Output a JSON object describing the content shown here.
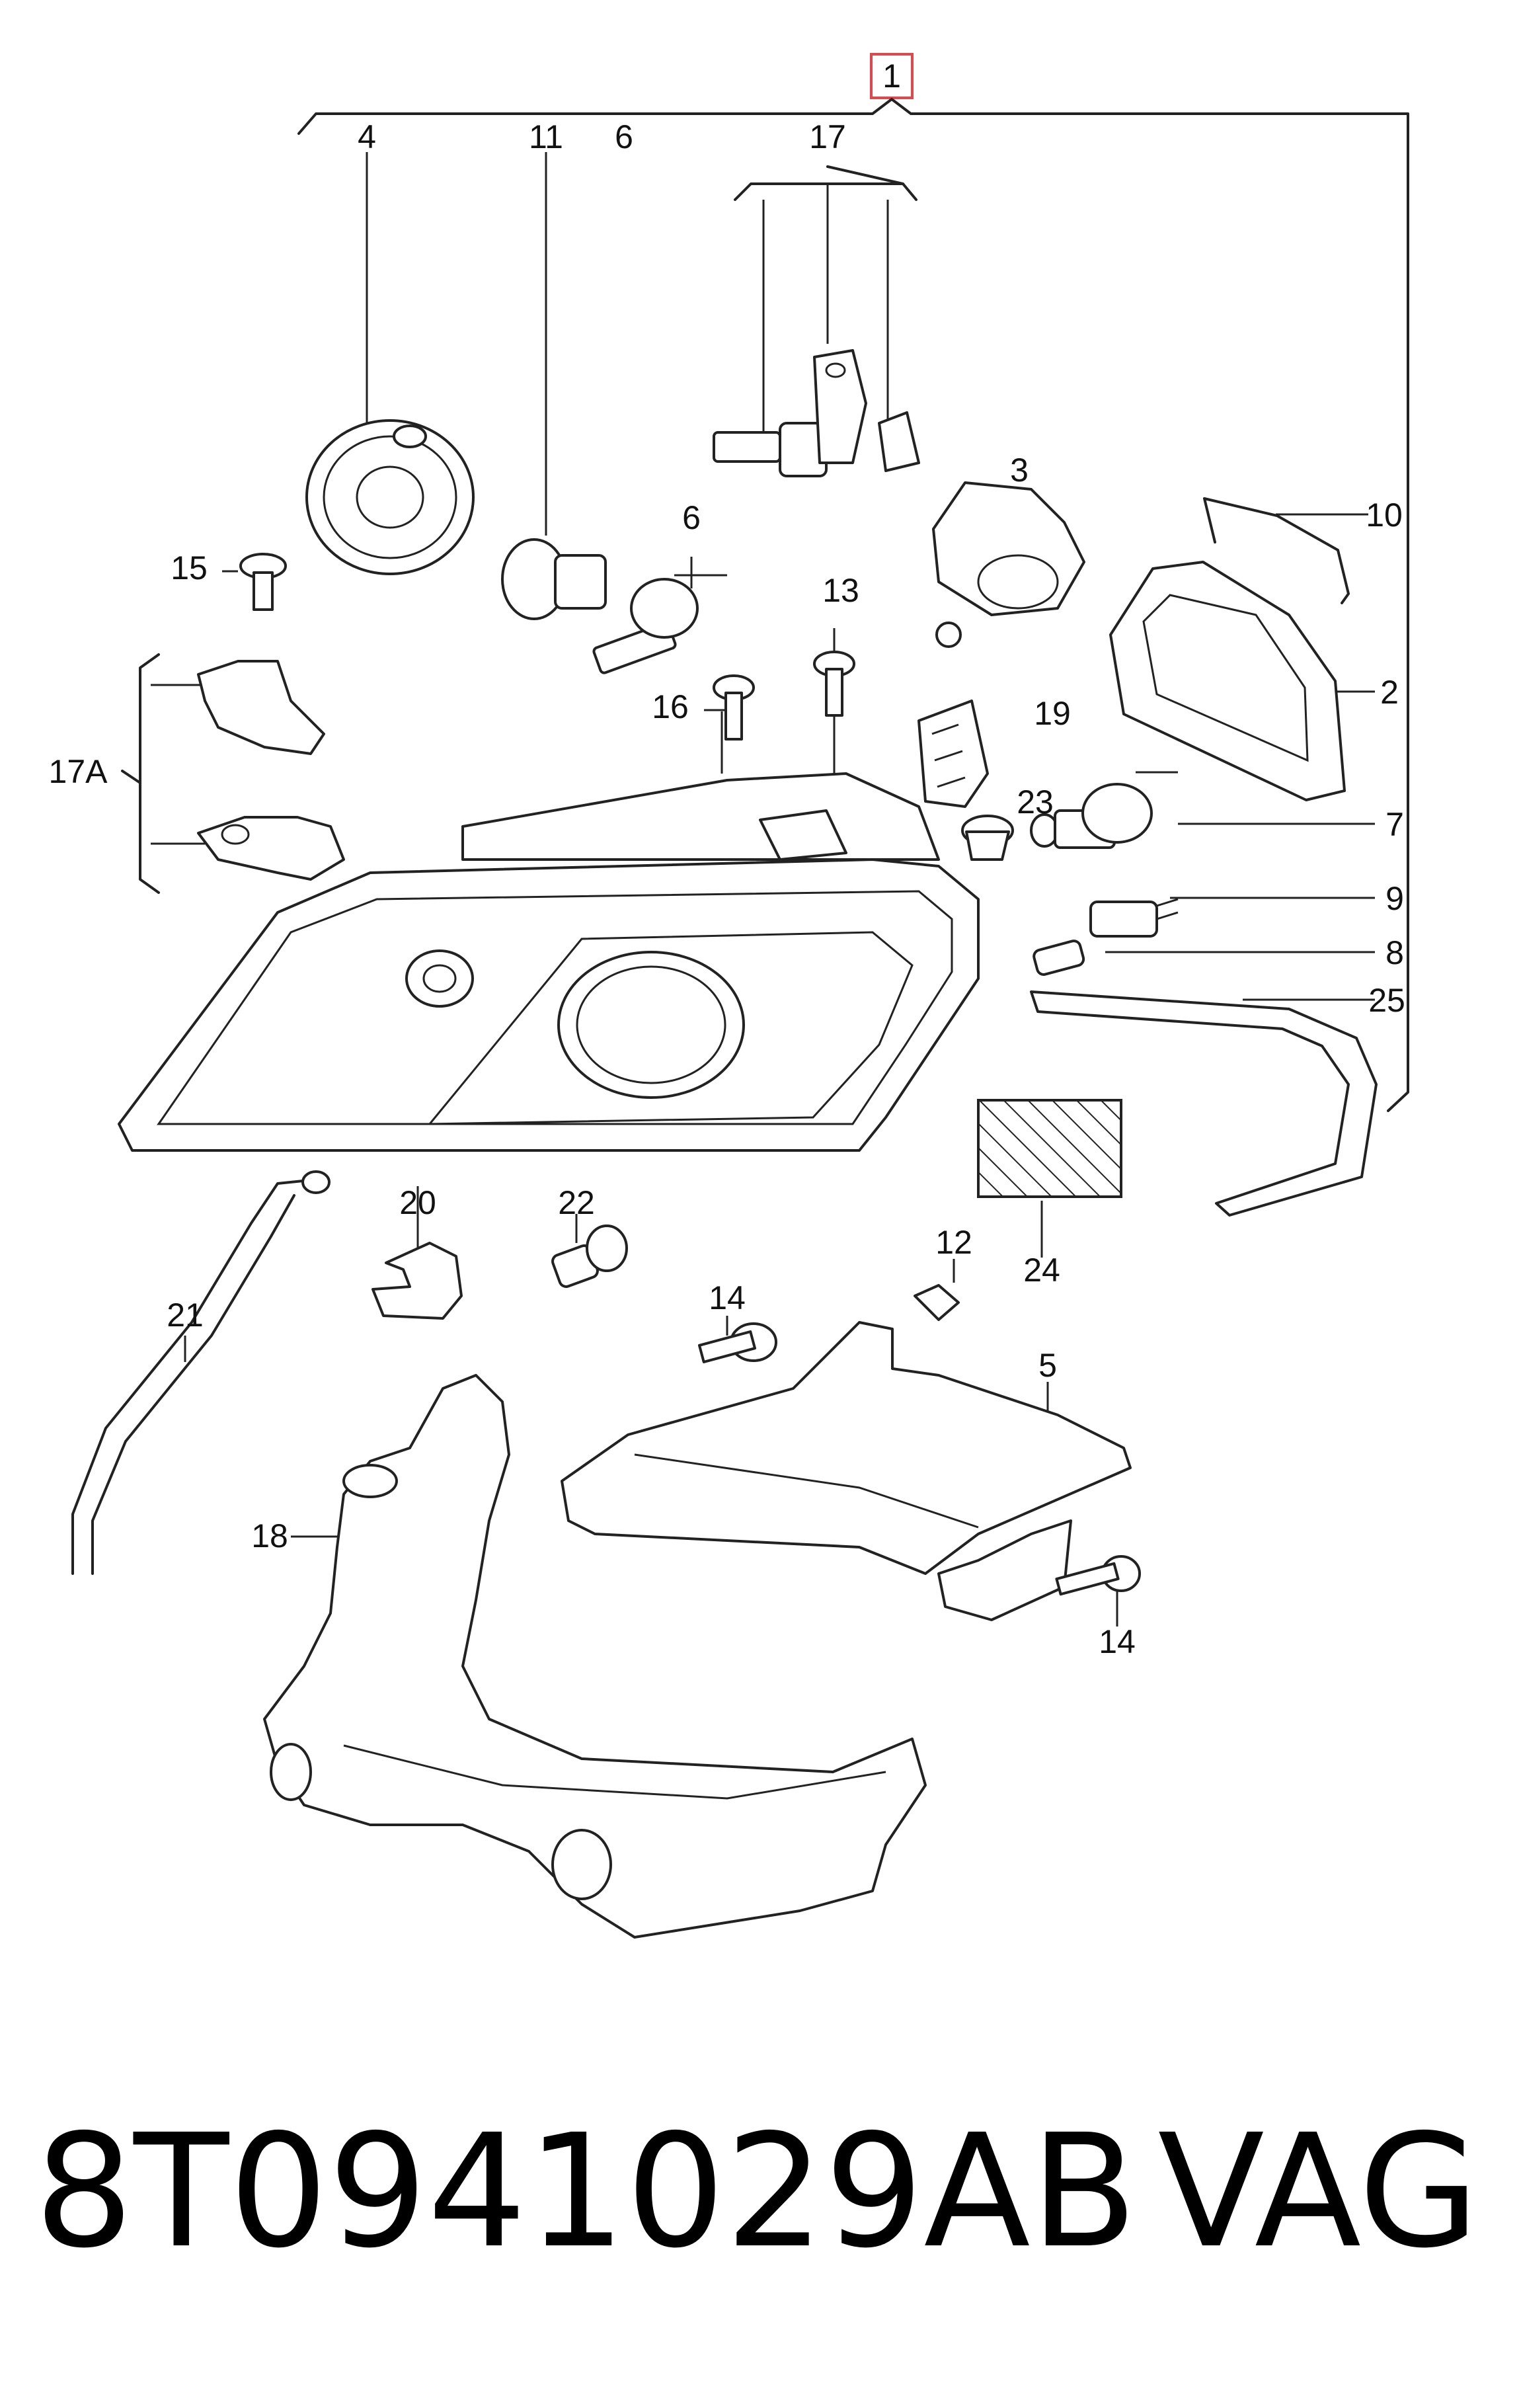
{
  "diagram": {
    "assembly_callout": "1",
    "callouts": [
      {
        "id": "c4",
        "text": "4"
      },
      {
        "id": "c11",
        "text": "11"
      },
      {
        "id": "c6a",
        "text": "6"
      },
      {
        "id": "c17",
        "text": "17"
      },
      {
        "id": "c3",
        "text": "3"
      },
      {
        "id": "c10",
        "text": "10"
      },
      {
        "id": "c15",
        "text": "15"
      },
      {
        "id": "c6b",
        "text": "6"
      },
      {
        "id": "c13",
        "text": "13"
      },
      {
        "id": "c2",
        "text": "2"
      },
      {
        "id": "c16",
        "text": "16"
      },
      {
        "id": "c19",
        "text": "19"
      },
      {
        "id": "c17a",
        "text": "17A"
      },
      {
        "id": "c23",
        "text": "23"
      },
      {
        "id": "c7",
        "text": "7"
      },
      {
        "id": "c9",
        "text": "9"
      },
      {
        "id": "c8",
        "text": "8"
      },
      {
        "id": "c25",
        "text": "25"
      },
      {
        "id": "c20",
        "text": "20"
      },
      {
        "id": "c22",
        "text": "22"
      },
      {
        "id": "c12",
        "text": "12"
      },
      {
        "id": "c24",
        "text": "24"
      },
      {
        "id": "c21",
        "text": "21"
      },
      {
        "id": "c14a",
        "text": "14"
      },
      {
        "id": "c5",
        "text": "5"
      },
      {
        "id": "c18",
        "text": "18"
      },
      {
        "id": "c14b",
        "text": "14"
      }
    ]
  },
  "footer": {
    "part_number": "8T0941029AB",
    "brand": "VAG"
  },
  "colors": {
    "line": "#222222",
    "assembly_box": "#e0474c",
    "background": "#ffffff"
  }
}
